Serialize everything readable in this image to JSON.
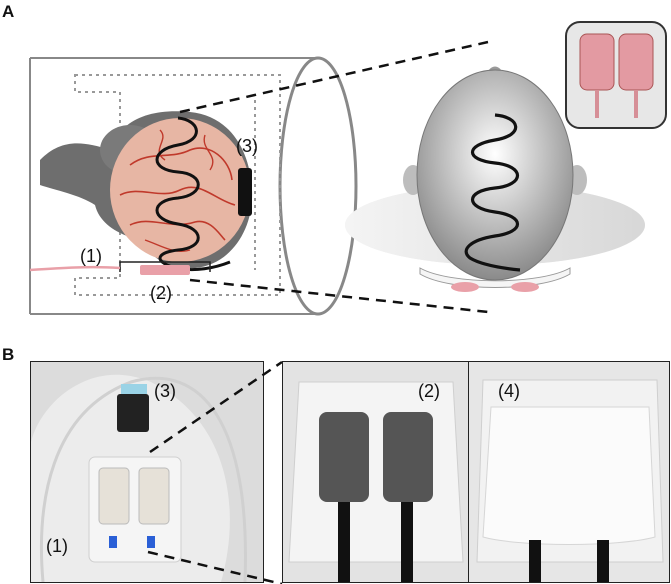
{
  "panels": {
    "a_label": "A",
    "b_label": "B"
  },
  "panel_a": {
    "callouts": {
      "c1": "(1)",
      "c2": "(2)",
      "c3": "(3)"
    }
  },
  "panel_b": {
    "photo1_callouts": {
      "c1": "(1)",
      "c3": "(3)"
    },
    "photo2_callout": "(2)",
    "photo3_callout": "(4)"
  },
  "colors": {
    "electrode_pink": "#e9a0a8",
    "coil_black": "#111111",
    "head_gray": "#6e6e6e",
    "bore_gray": "#9a9a9a",
    "photo_bg": "#e9e9e9",
    "electrode_dark": "#595959",
    "tape_blue": "#2a5fd6"
  }
}
